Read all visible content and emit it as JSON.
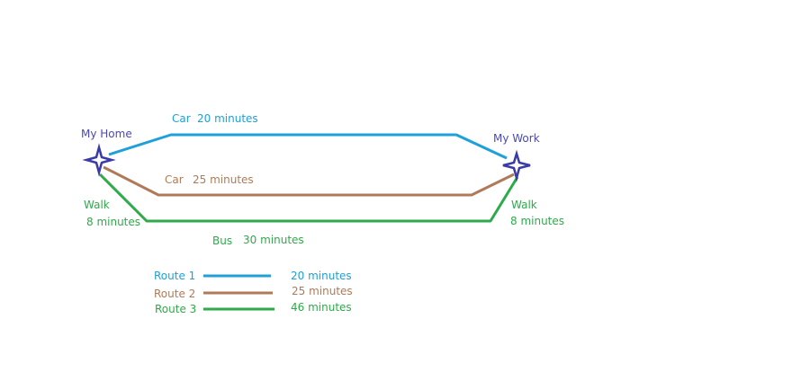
{
  "colors": {
    "route1": "#1ea0d8",
    "route2": "#b07a58",
    "route3": "#2eaa4a",
    "place": "#4a4ab4",
    "star": "#3a3aa8"
  },
  "places": {
    "home": "My Home",
    "work": "My Work"
  },
  "segments": {
    "route1_mode": "Car",
    "route1_time": "20 minutes",
    "route2_mode": "Car",
    "route2_time": "25 minutes",
    "walk_home_mode": "Walk",
    "walk_home_time": "8 minutes",
    "walk_work_mode": "Walk",
    "walk_work_time": "8 minutes",
    "bus_mode": "Bus",
    "bus_time": "30 minutes"
  },
  "legend": [
    {
      "label": "Route 1",
      "time": "20 minutes"
    },
    {
      "label": "Route 2",
      "time": "25 minutes"
    },
    {
      "label": "Route 3",
      "time": "46 minutes"
    }
  ]
}
